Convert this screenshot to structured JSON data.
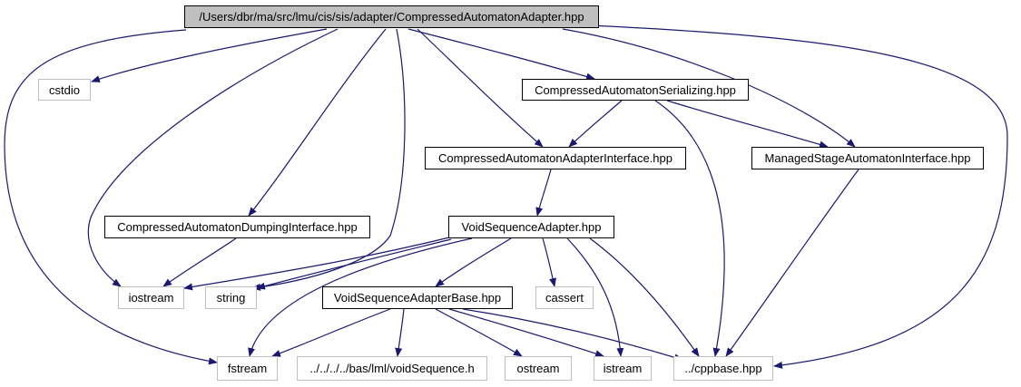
{
  "diagram": {
    "colors": {
      "edge": "#191970",
      "local_border": "#000000",
      "system_border": "#bfbfbf",
      "root_fill": "#bfbfbf"
    },
    "nodes": {
      "root": "/Users/dbr/ma/src/lmu/cis/sis/adapter/CompressedAutomatonAdapter.hpp",
      "cstdio": "cstdio",
      "serializing": "CompressedAutomatonSerializing.hpp",
      "adapter_interface": "CompressedAutomatonAdapterInterface.hpp",
      "managed_stage": "ManagedStageAutomatonInterface.hpp",
      "dumping_interface": "CompressedAutomatonDumpingInterface.hpp",
      "void_sequence_adapter": "VoidSequenceAdapter.hpp",
      "iostream": "iostream",
      "string": "string",
      "void_sequence_adapter_base": "VoidSequenceAdapterBase.hpp",
      "cassert": "cassert",
      "fstream": "fstream",
      "void_sequence_h": "../../../../bas/lml/voidSequence.h",
      "ostream": "ostream",
      "istream": "istream",
      "cppbase": "../cppbase.hpp"
    },
    "edges": [
      [
        "root",
        "cstdio"
      ],
      [
        "root",
        "serializing"
      ],
      [
        "root",
        "adapter_interface"
      ],
      [
        "root",
        "managed_stage"
      ],
      [
        "root",
        "dumping_interface"
      ],
      [
        "root",
        "iostream"
      ],
      [
        "root",
        "string"
      ],
      [
        "root",
        "fstream"
      ],
      [
        "root",
        "cppbase"
      ],
      [
        "serializing",
        "adapter_interface"
      ],
      [
        "serializing",
        "managed_stage"
      ],
      [
        "serializing",
        "cppbase"
      ],
      [
        "adapter_interface",
        "void_sequence_adapter"
      ],
      [
        "managed_stage",
        "cppbase"
      ],
      [
        "dumping_interface",
        "iostream"
      ],
      [
        "void_sequence_adapter",
        "iostream"
      ],
      [
        "void_sequence_adapter",
        "string"
      ],
      [
        "void_sequence_adapter",
        "void_sequence_adapter_base"
      ],
      [
        "void_sequence_adapter",
        "cassert"
      ],
      [
        "void_sequence_adapter",
        "fstream"
      ],
      [
        "void_sequence_adapter",
        "istream"
      ],
      [
        "void_sequence_adapter",
        "cppbase"
      ],
      [
        "void_sequence_adapter_base",
        "fstream"
      ],
      [
        "void_sequence_adapter_base",
        "void_sequence_h"
      ],
      [
        "void_sequence_adapter_base",
        "ostream"
      ],
      [
        "void_sequence_adapter_base",
        "istream"
      ],
      [
        "void_sequence_adapter_base",
        "cppbase"
      ]
    ]
  }
}
